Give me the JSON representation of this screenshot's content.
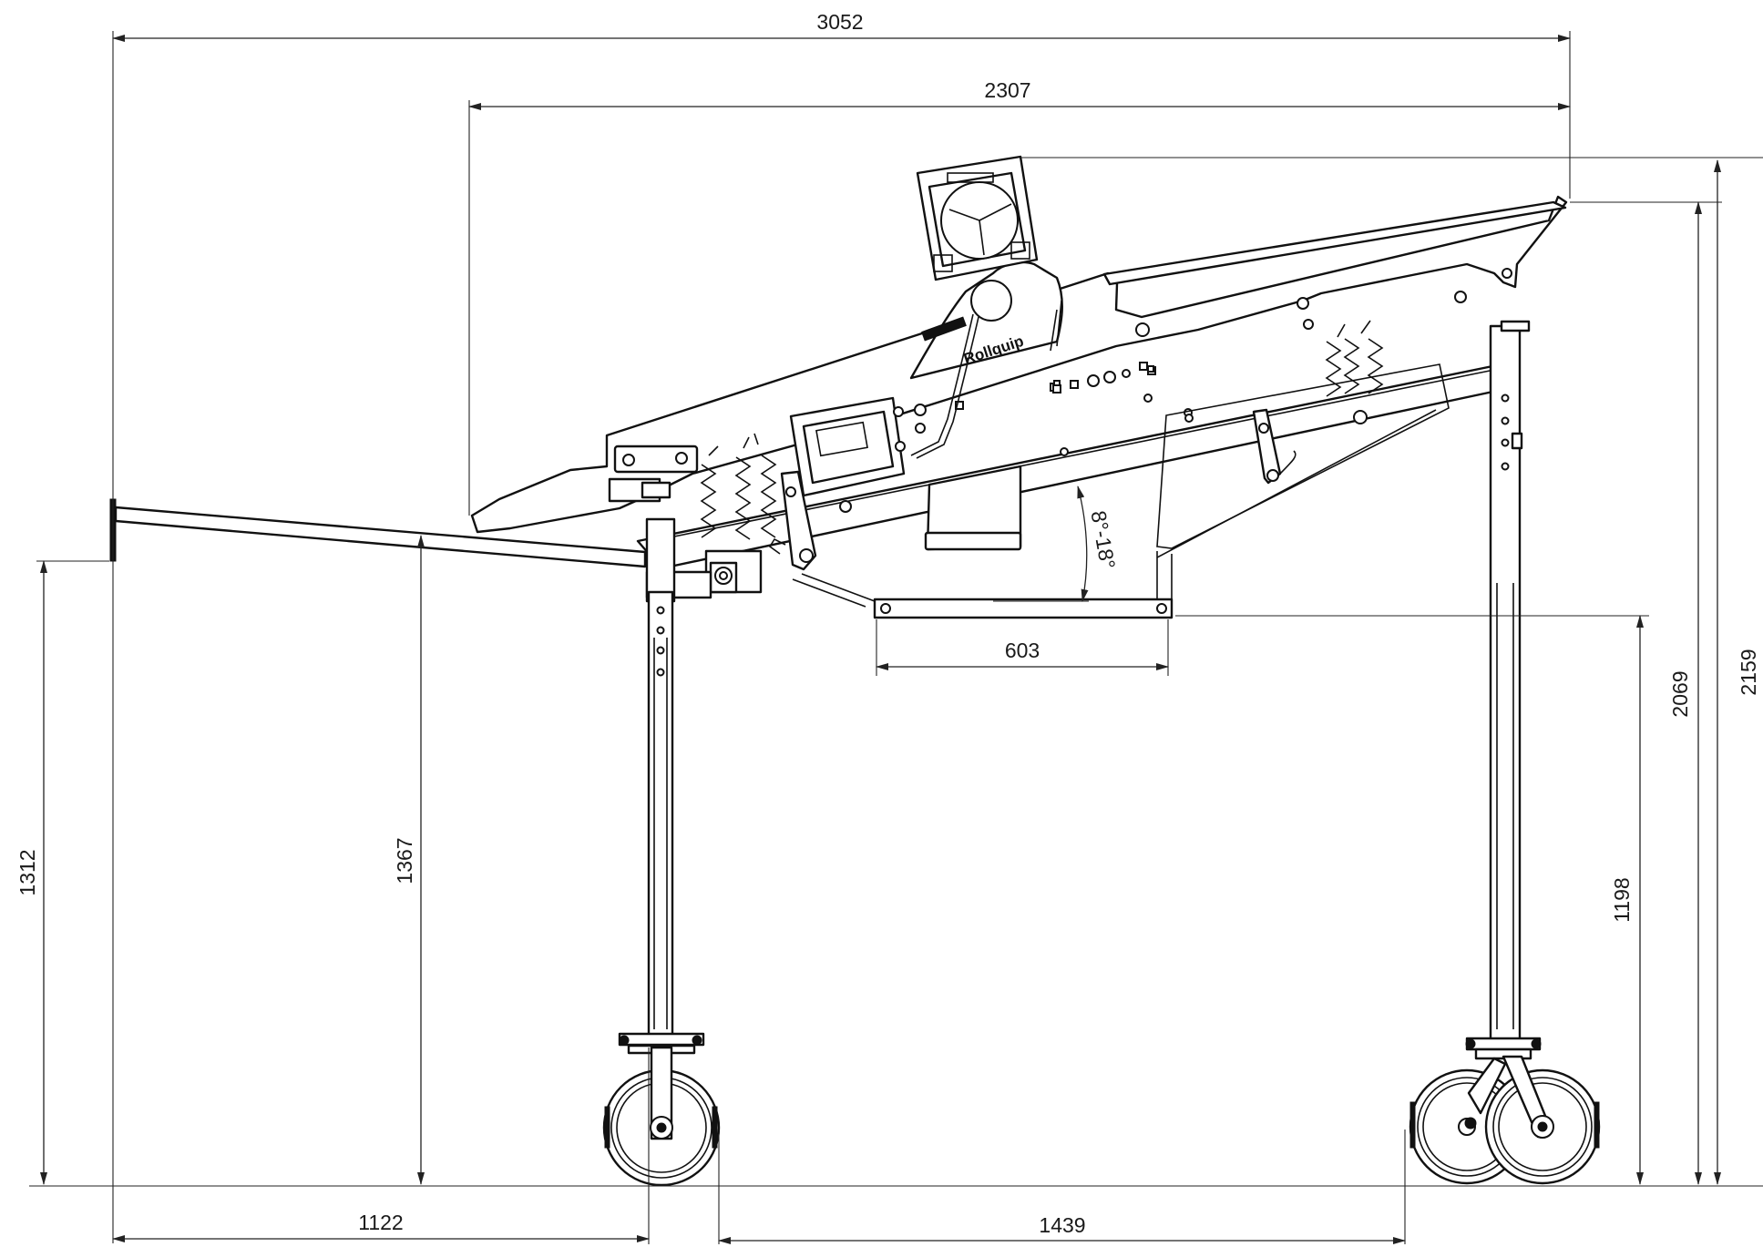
{
  "dimensions": {
    "overall_length": "3052",
    "screen_length": "2307",
    "discharge_width": "603",
    "tilt_angle": "8°-18°",
    "height_top": "2159",
    "height_screen_end": "2069",
    "height_discharge": "1198",
    "height_feed_front": "1312",
    "height_feed_mid": "1367",
    "front_offset": "1122",
    "wheelbase": "1439"
  },
  "logo": {
    "brand": "Rollquip"
  }
}
